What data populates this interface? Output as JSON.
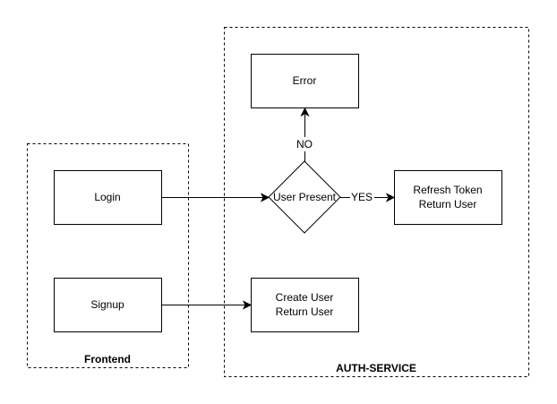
{
  "diagram": {
    "groups": {
      "frontend": {
        "label": "Frontend"
      },
      "auth_service": {
        "label": "AUTH-SERVICE"
      }
    },
    "nodes": {
      "login": {
        "label": "Login"
      },
      "signup": {
        "label": "Signup"
      },
      "user_present": {
        "label": "User Present"
      },
      "error": {
        "label": "Error"
      },
      "refresh": {
        "line1": "Refresh Token",
        "line2": "Return User"
      },
      "create": {
        "line1": "Create User",
        "line2": "Return User"
      }
    },
    "edges": {
      "no_label": "NO",
      "yes_label": "YES"
    }
  }
}
